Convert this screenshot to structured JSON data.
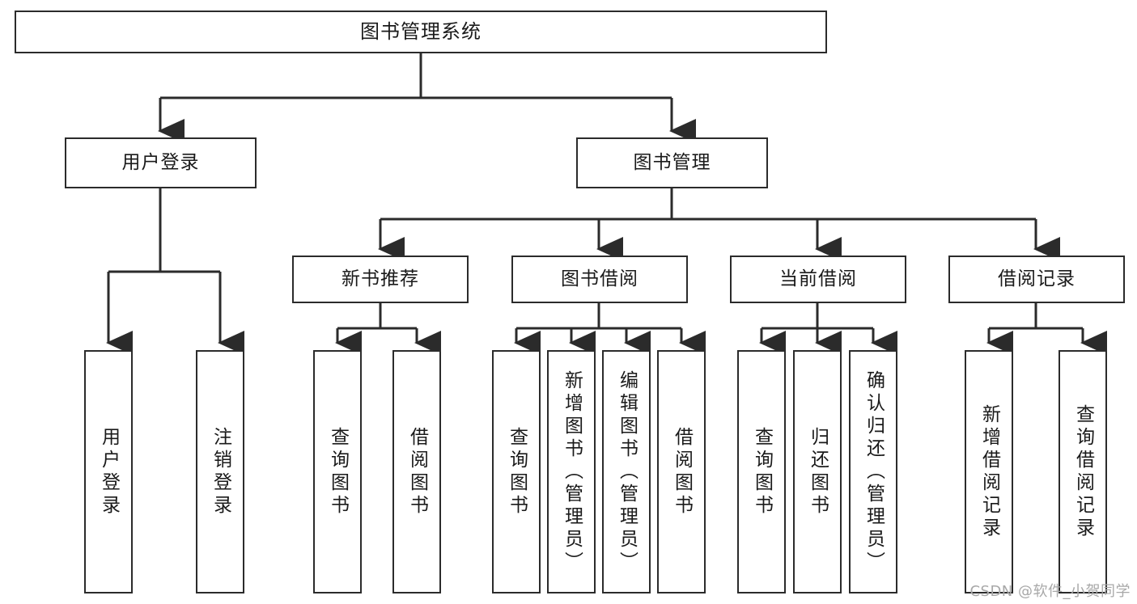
{
  "diagram": {
    "title": "图书管理系统",
    "type": "tree",
    "orientation": "top-down",
    "colors": {
      "box_border": "#2b2b2b",
      "box_fill": "#ffffff",
      "connector": "#2b2b2b",
      "text": "#1a1a1a",
      "watermark": "#a8a8a8",
      "background": "#ffffff"
    },
    "nodes": {
      "root": {
        "label": "图书管理系统"
      },
      "level2": [
        {
          "id": "user-login",
          "label": "用户登录"
        },
        {
          "id": "book-management",
          "label": "图书管理"
        }
      ],
      "level3": [
        {
          "id": "new-book-recommend",
          "label": "新书推荐"
        },
        {
          "id": "book-borrow",
          "label": "图书借阅"
        },
        {
          "id": "current-borrow",
          "label": "当前借阅"
        },
        {
          "id": "borrow-record",
          "label": "借阅记录"
        }
      ],
      "leaves": {
        "user_login": [
          {
            "id": "leaf-user-login",
            "label": "用户登录"
          },
          {
            "id": "leaf-user-logout",
            "label": "注销登录"
          }
        ],
        "new_book_recommend": [
          {
            "id": "leaf-query-book-1",
            "label": "查询图书"
          },
          {
            "id": "leaf-borrow-book-1",
            "label": "借阅图书"
          }
        ],
        "book_borrow": [
          {
            "id": "leaf-query-book-2",
            "label": "查询图书"
          },
          {
            "id": "leaf-add-book",
            "label": "新增图书（管理员）"
          },
          {
            "id": "leaf-edit-book",
            "label": "编辑图书（管理员）"
          },
          {
            "id": "leaf-borrow-book-2",
            "label": "借阅图书"
          }
        ],
        "current_borrow": [
          {
            "id": "leaf-query-book-3",
            "label": "查询图书"
          },
          {
            "id": "leaf-return-book",
            "label": "归还图书"
          },
          {
            "id": "leaf-confirm-return",
            "label": "确认归还（管理员）"
          }
        ],
        "borrow_record": [
          {
            "id": "leaf-add-record",
            "label": "新增借阅记录"
          },
          {
            "id": "leaf-query-record",
            "label": "查询借阅记录"
          }
        ]
      }
    }
  },
  "watermark": {
    "text": "CSDN @软件_小贺同学"
  }
}
